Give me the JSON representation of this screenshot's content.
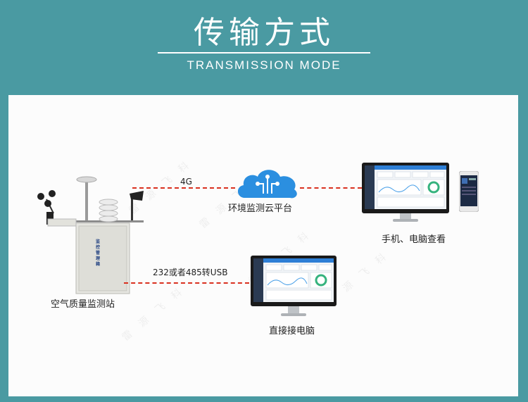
{
  "header": {
    "title": "传输方式",
    "subtitle": "TRANSMISSION MODE"
  },
  "station": {
    "label": "空气质量监测站",
    "cabinet_text": "监 控 管 理 箱"
  },
  "cloud": {
    "label": "环境监测云平台"
  },
  "devices": {
    "label": "手机、电脑查看"
  },
  "direct_pc": {
    "label": "直接接电脑"
  },
  "links": {
    "wireless": "4G",
    "wired": "232或者485转USB"
  },
  "watermark": "雷 源 飞 科",
  "colors": {
    "background": "#4a9aa2",
    "link": "#d9301f",
    "cloud": "#2b8fe0"
  }
}
